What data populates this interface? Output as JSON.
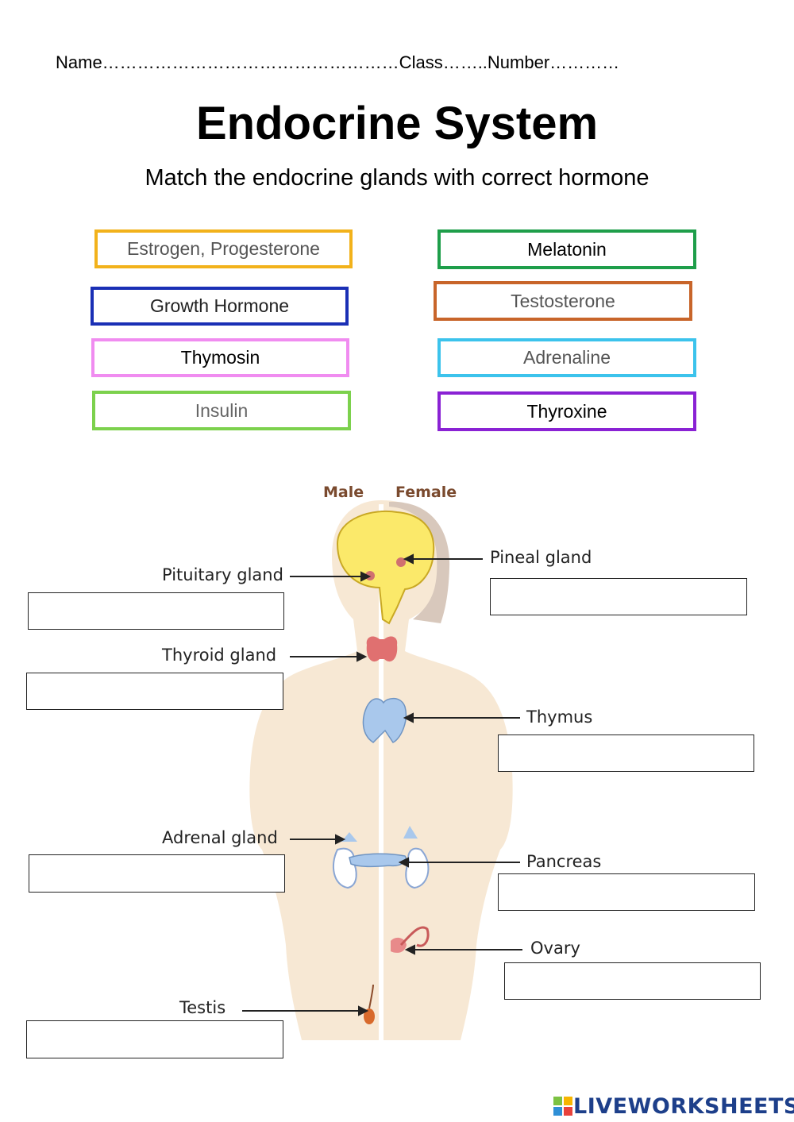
{
  "header": {
    "line": "Name……………………………………………Class……..Number…………"
  },
  "title": "Endocrine System",
  "subtitle": "Match the endocrine glands with correct hormone",
  "hormones": [
    {
      "label": "Estrogen, Progesterone",
      "color": "#f2b21b",
      "text_color": "#555555"
    },
    {
      "label": "Melatonin",
      "color": "#1e9e4a",
      "text_color": "#000000"
    },
    {
      "label": "Growth Hormone",
      "color": "#1a2fb5",
      "text_color": "#222222"
    },
    {
      "label": "Testosterone",
      "color": "#c8652a",
      "text_color": "#555555"
    },
    {
      "label": "Thymosin",
      "color": "#f08cf0",
      "text_color": "#000000"
    },
    {
      "label": "Adrenaline",
      "color": "#3cc3ec",
      "text_color": "#555555"
    },
    {
      "label": "Insulin",
      "color": "#7cd14d",
      "text_color": "#666666"
    },
    {
      "label": "Thyroxine",
      "color": "#8a22d4",
      "text_color": "#000000"
    }
  ],
  "diagram": {
    "male_label": "Male",
    "female_label": "Female",
    "glands": {
      "pituitary": "Pituitary gland",
      "pineal": "Pineal gland",
      "thyroid": "Thyroid gland",
      "thymus": "Thymus",
      "adrenal": "Adrenal gland",
      "pancreas": "Pancreas",
      "ovary": "Ovary",
      "testis": "Testis"
    },
    "colors": {
      "skin": "#f6e4cc",
      "brain": "#fbe96a",
      "thyroid": "#e07070",
      "thymus": "#a9c8ec",
      "label_text": "#222222",
      "male_female_text": "#7a4a2e"
    }
  },
  "branding": {
    "logo_text": "LIVEWORKSHEETS",
    "logo_color": "#1d3f8a"
  }
}
